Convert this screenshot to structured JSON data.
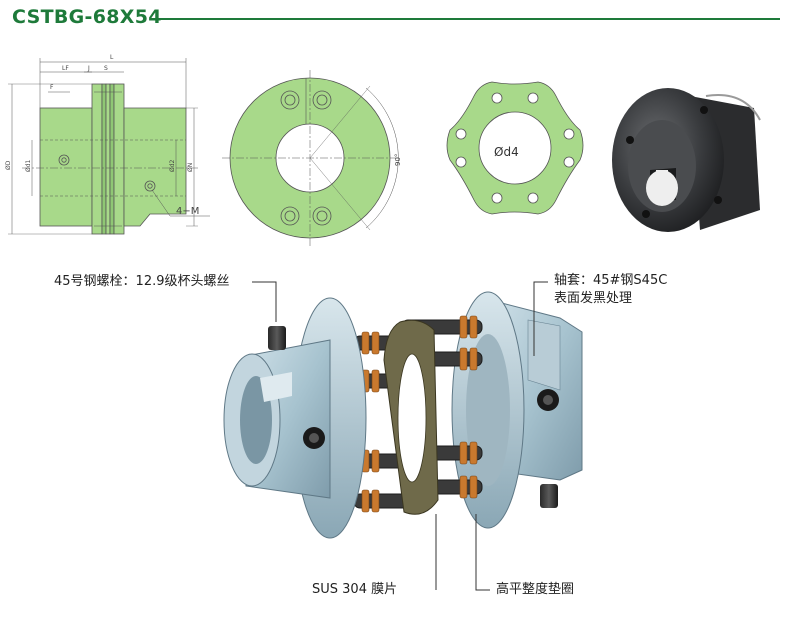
{
  "title": "CSTBG-68X54",
  "colors": {
    "accent": "#1e7a3a",
    "drawing_fill": "#a8d98a",
    "drawing_stroke": "#555555"
  },
  "side_view": {
    "label_L": "L",
    "label_LF": "LF",
    "label_F": "F",
    "label_J": "J",
    "label_S": "S",
    "label_D": "ØD",
    "label_d1": "Ød1",
    "label_d2": "Ød2",
    "label_N": "ØN",
    "label_M": "4−M"
  },
  "front_view": {
    "angle_label": "90°"
  },
  "disc_view": {
    "diameter_label": "Ød4"
  },
  "callouts": {
    "bolt": "45号钢螺栓：12.9级杯头螺丝",
    "sleeve_line1": "轴套：45#钢S45C",
    "sleeve_line2": "表面发黑处理",
    "diaphragm": "SUS 304 膜片",
    "washer": "高平整度垫圈"
  }
}
